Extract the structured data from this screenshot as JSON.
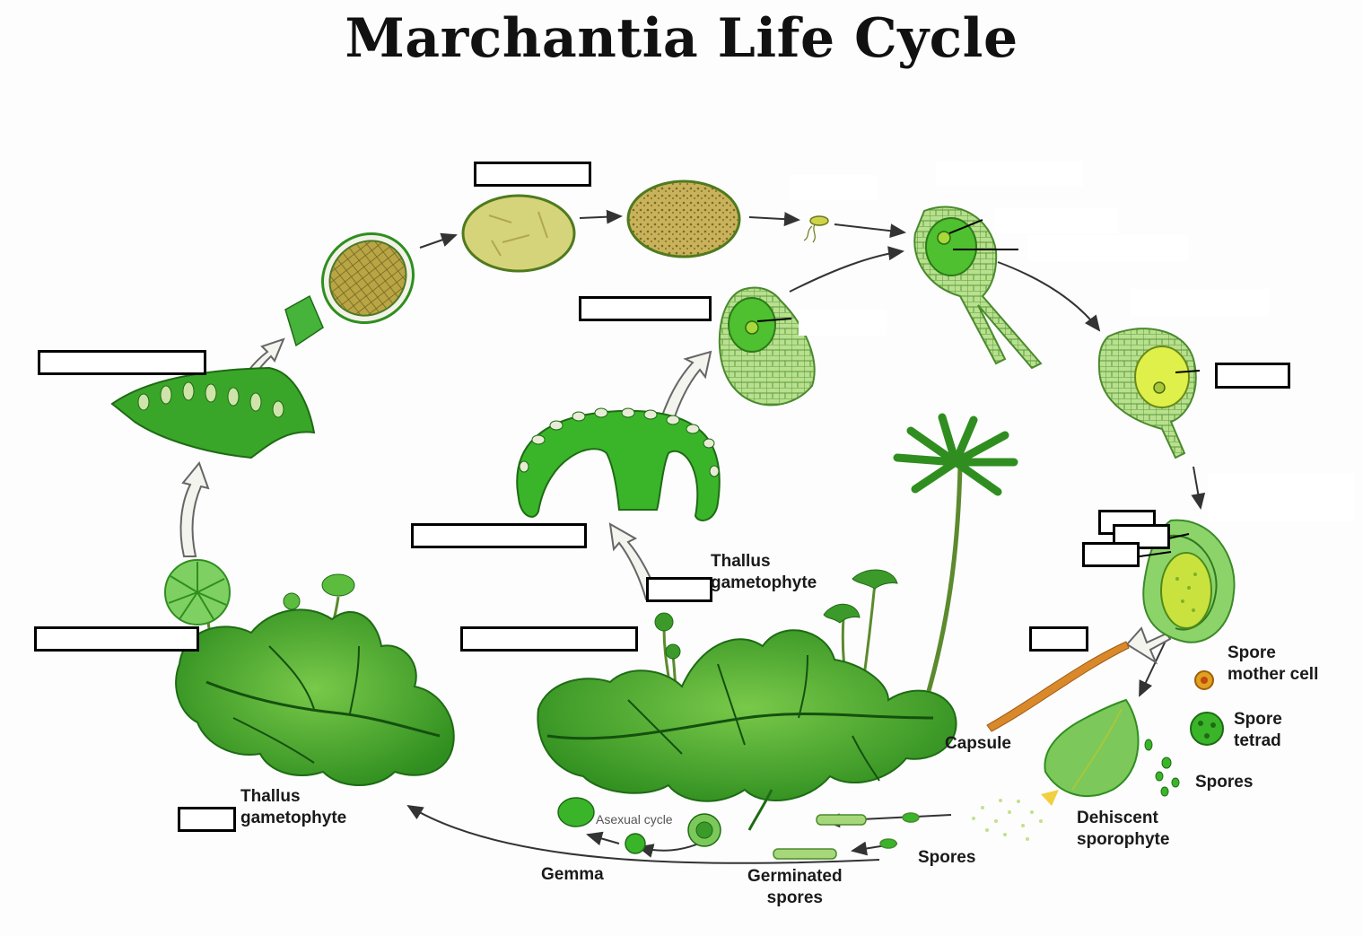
{
  "title": "Marchantia Life Cycle",
  "labels": {
    "thallus_gametophyte_left": "Thallus\ngametophyte",
    "thallus_gametophyte_center": "Thallus\ngametophyte",
    "spore_mother_cell": "Spore\nmother cell",
    "spore_tetrad": "Spore\ntetrad",
    "spores_right": "Spores",
    "capsule": "Capsule",
    "dehiscent_sporophyte": "Dehiscent\nsporophyte",
    "spores_bottom": "Spores",
    "germinated_spores": "Germinated\nspores",
    "gemma": "Gemma",
    "asexual_cycle": "Asexual cycle"
  },
  "colors": {
    "thallus_green": "#3aa629",
    "light_green": "#9fd47f",
    "cell_yellow": "#cfe05a",
    "spore_brown": "#a8922f",
    "capsule_orange": "#d9892a",
    "arrow": "#333333"
  }
}
